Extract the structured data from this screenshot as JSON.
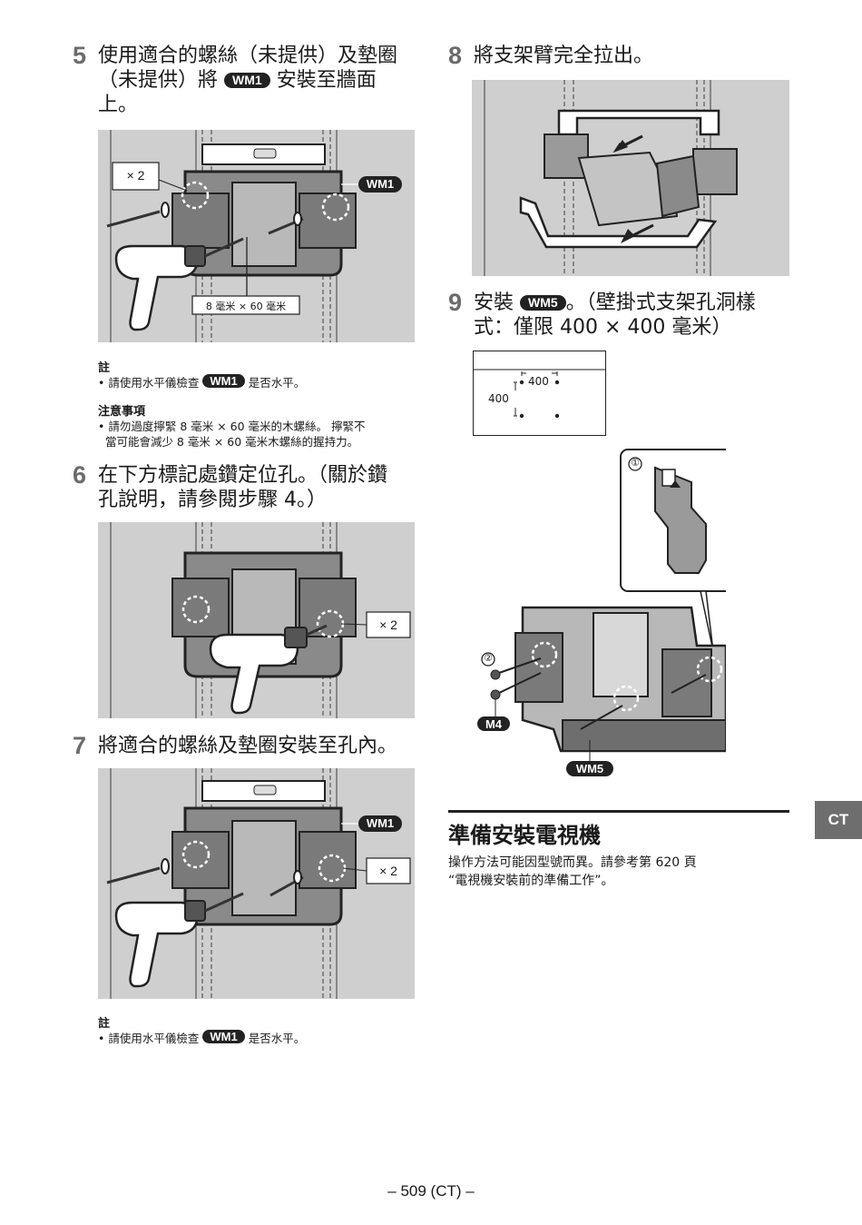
{
  "step5": {
    "num": "5",
    "text_a": "使用適合的螺絲（未提供）及墊圈",
    "text_b": "（未提供）將",
    "badge": "WM1",
    "text_c": "安裝至牆面",
    "text_d": "上。",
    "fig": {
      "count": "× 2",
      "badge": "WM1",
      "size": "8 毫米 × 60 毫米"
    },
    "note_heading": "註",
    "note_a": "請使用水平儀檢查",
    "note_badge": "WM1",
    "note_b": "是否水平。",
    "caution_heading": "注意事項",
    "caution_1": "請勿過度擰緊 8 毫米 × 60 毫米的木螺絲。 擰緊不",
    "caution_2": "當可能會減少 8 毫米 × 60 毫米木螺絲的握持力。"
  },
  "step6": {
    "num": "6",
    "text_a": "在下方標記處鑽定位孔。（關於鑽",
    "text_b": "孔說明，請參閱步驟 4。）",
    "fig": {
      "count": "× 2"
    }
  },
  "step7": {
    "num": "7",
    "text": "將適合的螺絲及墊圈安裝至孔內。",
    "fig": {
      "badge": "WM1",
      "count": "× 2"
    },
    "note_heading": "註",
    "note_a": "請使用水平儀檢查",
    "note_badge": "WM1",
    "note_b": "是否水平。"
  },
  "step8": {
    "num": "8",
    "text": "將支架臂完全拉出。"
  },
  "step9": {
    "num": "9",
    "text_a": "安裝",
    "badge": "WM5",
    "text_b": "。（壁掛式支架孔洞樣",
    "text_c": "式：僅限 400 × 400 毫米）",
    "pattern": {
      "w": "400",
      "h": "400"
    },
    "callout_1": "①",
    "callout_2": "②",
    "label_m4": "M4",
    "label_wm5": "WM5"
  },
  "section": {
    "title": "準備安裝電視機",
    "line1": "操作方法可能因型號而異。請參考第 620 頁",
    "line2": "“電視機安裝前的準備工作”。"
  },
  "tab": "CT",
  "footer": "– 509 (CT) –",
  "colors": {
    "figure_bg": "#cfcfcf",
    "step_num": "#6b6b6b",
    "tab_bg": "#6e6e6e"
  }
}
